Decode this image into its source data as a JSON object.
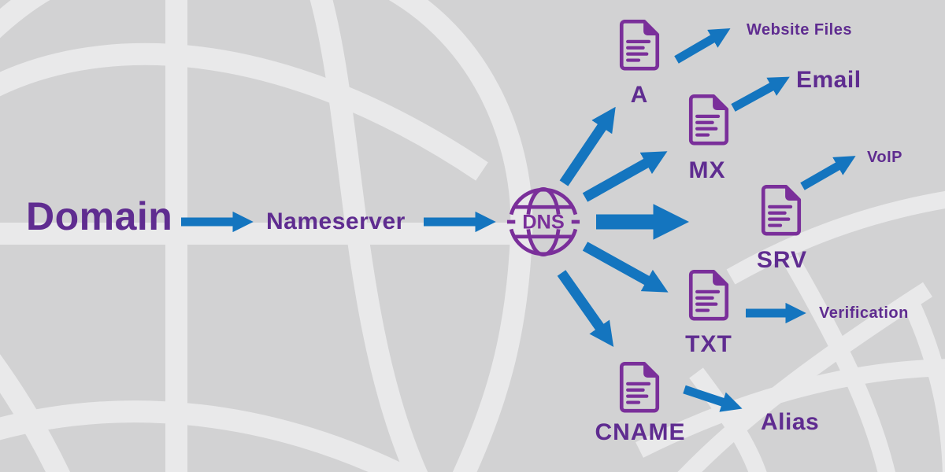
{
  "palette": {
    "background": "#d2d2d3",
    "wireframe": "#e9e9ea",
    "text_purple": "#5f2c90",
    "icon_purple": "#7a2f9a",
    "arrow_blue": "#1475bf"
  },
  "flow": {
    "source": "Domain",
    "resolver": "Nameserver",
    "dns": "DNS"
  },
  "records": [
    {
      "type": "A",
      "maps_to": "Website Files"
    },
    {
      "type": "MX",
      "maps_to": "Email"
    },
    {
      "type": "SRV",
      "maps_to": "VoIP"
    },
    {
      "type": "TXT",
      "maps_to": "Verification"
    },
    {
      "type": "CNAME",
      "maps_to": "Alias"
    }
  ]
}
